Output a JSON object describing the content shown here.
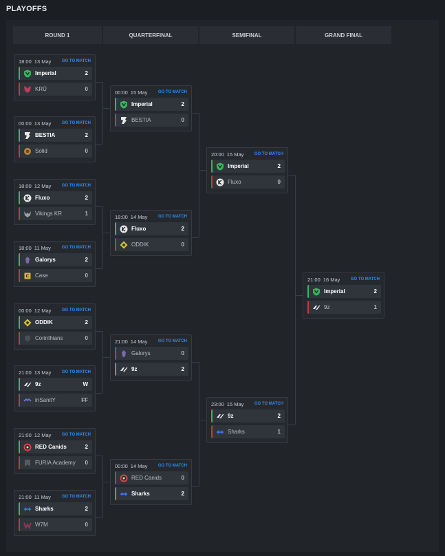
{
  "page": {
    "title": "PLAYOFFS"
  },
  "rounds": [
    "ROUND 1",
    "QUARTERFINAL",
    "SEMIFINAL",
    "GRAND FINAL"
  ],
  "goto_label": "GO TO MATCH",
  "colors": {
    "win": "#3bb55f",
    "lose": "#c43a3a",
    "link": "#2e8bf0"
  },
  "matches": {
    "r1_1": {
      "time": "18:00",
      "date": "13 May",
      "team1": {
        "name": "Imperial",
        "score": "2",
        "icon": "imperial-icon"
      },
      "team2": {
        "name": "KRÜ",
        "score": "0",
        "icon": "kru-icon"
      }
    },
    "r1_2": {
      "time": "00:00",
      "date": "13 May",
      "team1": {
        "name": "BESTIA",
        "score": "2",
        "icon": "bestia-icon"
      },
      "team2": {
        "name": "Solid",
        "score": "0",
        "icon": "solid-icon"
      }
    },
    "r1_3": {
      "time": "18:00",
      "date": "12 May",
      "team1": {
        "name": "Fluxo",
        "score": "2",
        "icon": "fluxo-icon"
      },
      "team2": {
        "name": "Vikings KR",
        "score": "1",
        "icon": "vikings-icon"
      }
    },
    "r1_4": {
      "time": "18:00",
      "date": "11 May",
      "team1": {
        "name": "Galorys",
        "score": "2",
        "icon": "galorys-icon"
      },
      "team2": {
        "name": "Case",
        "score": "0",
        "icon": "case-icon"
      }
    },
    "r1_5": {
      "time": "00:00",
      "date": "12 May",
      "team1": {
        "name": "ODDIK",
        "score": "2",
        "icon": "oddik-icon"
      },
      "team2": {
        "name": "Corinthians",
        "score": "0",
        "icon": "corinthians-icon"
      }
    },
    "r1_6": {
      "time": "21:00",
      "date": "13 May",
      "team1": {
        "name": "9z",
        "score": "W",
        "icon": "9z-icon"
      },
      "team2": {
        "name": "inSanitY",
        "score": "FF",
        "icon": "insanity-icon"
      }
    },
    "r1_7": {
      "time": "21:00",
      "date": "12 May",
      "team1": {
        "name": "RED Canids",
        "score": "2",
        "icon": "red-canids-icon"
      },
      "team2": {
        "name": "FURIA Academy",
        "score": "0",
        "icon": "furia-icon"
      }
    },
    "r1_8": {
      "time": "21:00",
      "date": "11 May",
      "team1": {
        "name": "Sharks",
        "score": "2",
        "icon": "sharks-icon"
      },
      "team2": {
        "name": "W7M",
        "score": "0",
        "icon": "w7m-icon"
      }
    },
    "qf_1": {
      "time": "00:00",
      "date": "15 May",
      "team1": {
        "name": "Imperial",
        "score": "2",
        "icon": "imperial-icon"
      },
      "team2": {
        "name": "BESTIA",
        "score": "0",
        "icon": "bestia-icon"
      }
    },
    "qf_2": {
      "time": "18:00",
      "date": "14 May",
      "team1": {
        "name": "Fluxo",
        "score": "2",
        "icon": "fluxo-icon"
      },
      "team2": {
        "name": "ODDIK",
        "score": "0",
        "icon": "oddik-icon"
      }
    },
    "qf_3": {
      "time": "21:00",
      "date": "14 May",
      "team1": {
        "name": "Galorys",
        "score": "0",
        "icon": "galorys-icon"
      },
      "team2": {
        "name": "9z",
        "score": "2",
        "icon": "9z-icon"
      }
    },
    "qf_4": {
      "time": "00:00",
      "date": "14 May",
      "team1": {
        "name": "RED Canids",
        "score": "0",
        "icon": "red-canids-icon"
      },
      "team2": {
        "name": "Sharks",
        "score": "2",
        "icon": "sharks-icon"
      }
    },
    "sf_1": {
      "time": "20:00",
      "date": "15 May",
      "team1": {
        "name": "Imperial",
        "score": "2",
        "icon": "imperial-icon"
      },
      "team2": {
        "name": "Fluxo",
        "score": "0",
        "icon": "fluxo-icon"
      }
    },
    "sf_2": {
      "time": "23:00",
      "date": "15 May",
      "team1": {
        "name": "9z",
        "score": "2",
        "icon": "9z-icon"
      },
      "team2": {
        "name": "Sharks",
        "score": "1",
        "icon": "sharks-icon"
      }
    },
    "gf_1": {
      "time": "21:00",
      "date": "16 May",
      "team1": {
        "name": "Imperial",
        "score": "2",
        "icon": "imperial-icon"
      },
      "team2": {
        "name": "9z",
        "score": "1",
        "icon": "9z-icon"
      }
    }
  }
}
